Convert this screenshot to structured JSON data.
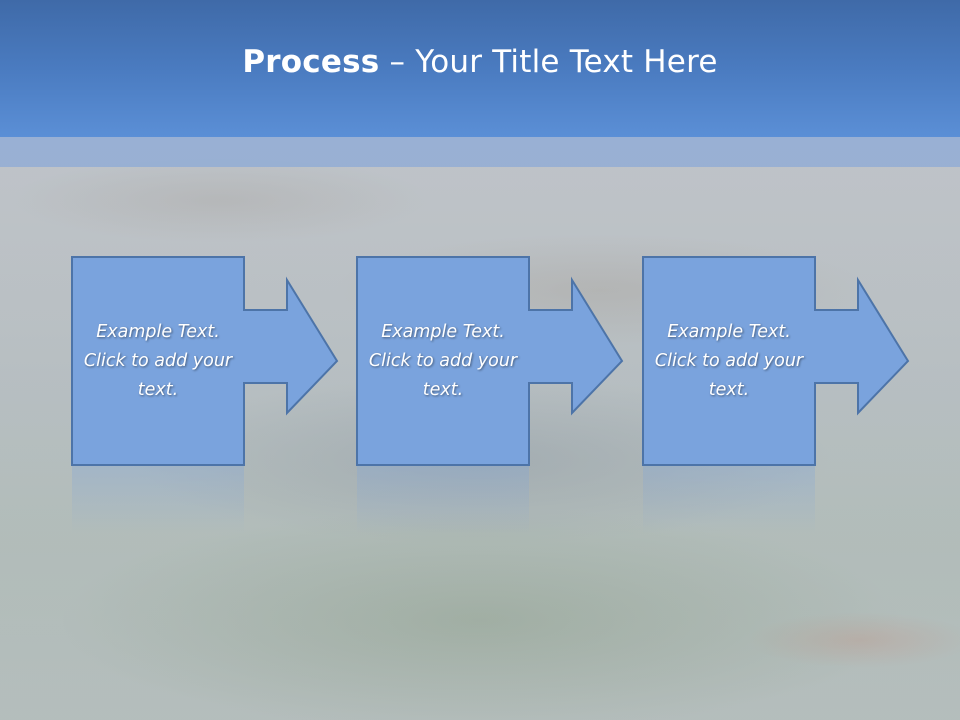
{
  "slide": {
    "title_bold": "Process",
    "title_rest": " – Your Title Text Here"
  },
  "steps": [
    {
      "text": "Example Text. Click  to add your text."
    },
    {
      "text": "Example Text. Click  to add your text."
    },
    {
      "text": "Example Text. Click  to add your text."
    }
  ],
  "colors": {
    "title_bar": "#4a7bc0",
    "shape_fill": "#7aa3dd",
    "shape_stroke": "#4d74a8",
    "text": "#ffffff"
  }
}
